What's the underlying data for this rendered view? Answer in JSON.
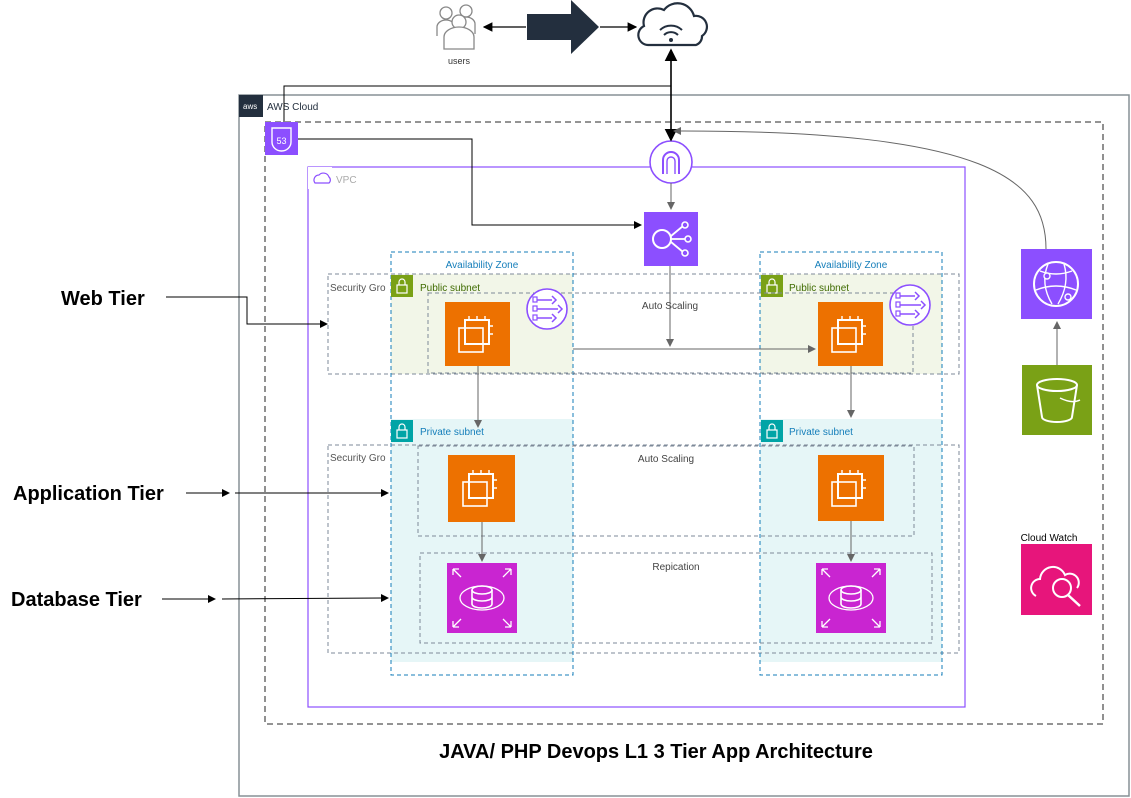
{
  "users": {
    "label": "users"
  },
  "aws_cloud": {
    "label": "AWS Cloud",
    "logo_text": "aws"
  },
  "route53": {
    "label": "53"
  },
  "vpc": {
    "label": "VPC"
  },
  "availability_zones": [
    {
      "label": "Availability Zone"
    },
    {
      "label": "Availability Zone"
    }
  ],
  "security_groups": [
    {
      "label": "Security Gro"
    },
    {
      "label": "Security Gro"
    }
  ],
  "public_subnets": [
    {
      "label": "Public subnet"
    },
    {
      "label": "Public subnet"
    }
  ],
  "private_subnets": [
    {
      "label": "Private subnet"
    },
    {
      "label": "Private subnet"
    }
  ],
  "auto_scaling_web": {
    "label": "Auto Scaling"
  },
  "auto_scaling_app": {
    "label": "Auto Scaling"
  },
  "replication": {
    "label": "Repication"
  },
  "tiers": {
    "web": "Web Tier",
    "application": "Application Tier",
    "database": "Database Tier"
  },
  "cloudwatch": {
    "label": "Cloud Watch"
  },
  "title": "JAVA/ PHP Devops L1 3 Tier App Architecture",
  "colors": {
    "compute": "#ed7100",
    "network": "#8c4fff",
    "database": "#c925d1",
    "storage": "#7aa116",
    "monitoring": "#e7157b",
    "vpc_border": "#8c4fff",
    "az_border": "#147eba",
    "public_subnet": "#7aa116",
    "private_subnet": "#00a4a6"
  }
}
